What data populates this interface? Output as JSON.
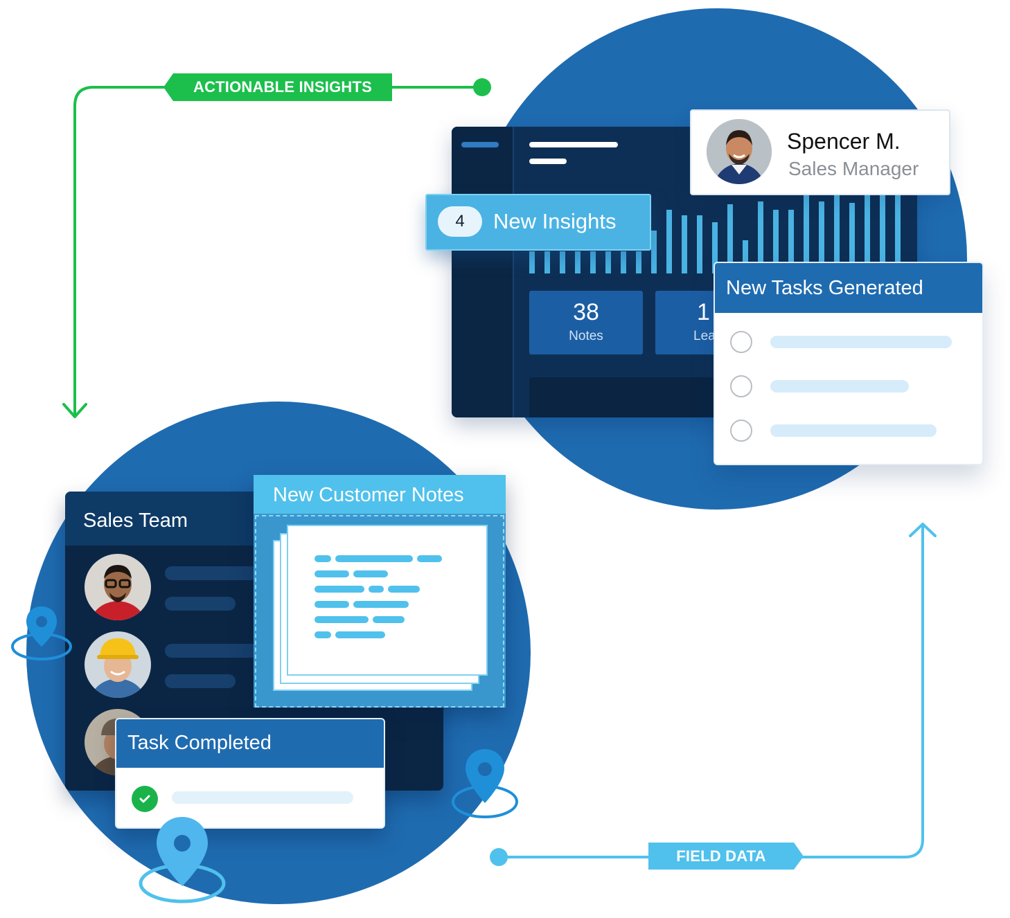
{
  "flow": {
    "top_label": "ACTIONABLE INSIGHTS",
    "bottom_label": "FIELD DATA"
  },
  "colors": {
    "brand_blue": "#1f6bb0",
    "navy": "#0b2644",
    "insights_green": "#1cbf4c",
    "field_cyan": "#4fc1ec"
  },
  "dashboard": {
    "stats": [
      {
        "number": "38",
        "label": "Notes"
      },
      {
        "number": "1",
        "label": "Lea"
      }
    ]
  },
  "profile": {
    "name": "Spencer M.",
    "role": "Sales Manager"
  },
  "insights": {
    "count": "4",
    "label": "New Insights"
  },
  "tasks_card": {
    "title": "New Tasks Generated"
  },
  "team_card": {
    "title": "Sales Team"
  },
  "notes_card": {
    "title": "New Customer Notes"
  },
  "completed_card": {
    "title": "Task Completed"
  }
}
